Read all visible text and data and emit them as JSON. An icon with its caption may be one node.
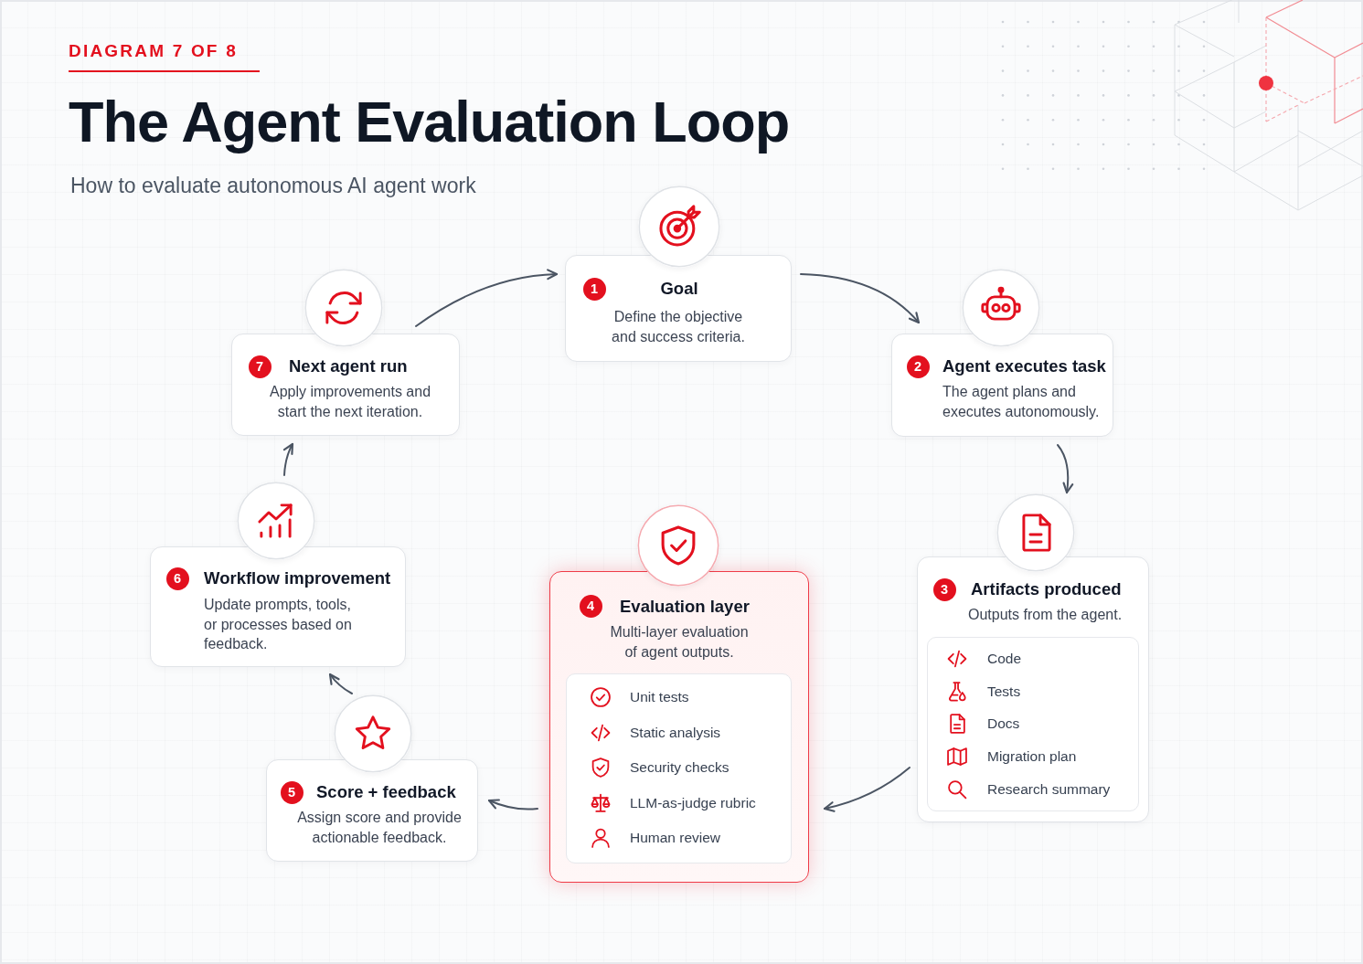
{
  "diagram": {
    "title": "The Agent Evaluation Loop",
    "nodes": [
      {
        "text": [
          "1",
          "Goal",
          "Define the objective and success criteria."
        ]
      },
      {
        "text": [
          "2",
          "Agent executes task",
          "The agent plans and executes autonomously."
        ]
      },
      {
        "text": [
          "3",
          "Artifacts produced",
          "Outputs from the agent."
        ]
      },
      {
        "text": [
          "Code",
          "Tests",
          "Docs",
          "Migration plan",
          "Research summary"
        ],
        "in": 2
      },
      {
        "text": [
          "4",
          "Evaluation layer",
          "Multi-layer evaluation of agent outputs."
        ]
      },
      {
        "text": [
          "Unit tests",
          "Static analysis",
          "Security checks",
          "LLM-as-judge rubric",
          "Human review"
        ],
        "in": 4
      },
      {
        "text": [
          "5",
          "Score + feedback",
          "Assign score and provide actionable feedback."
        ]
      },
      {
        "text": [
          "6",
          "Workflow improvement",
          "Update prompts, tools, or processes based on feedback."
        ]
      },
      {
        "text": [
          "7",
          "Next agent run",
          "Apply improvements and start the next iteration."
        ]
      }
    ],
    "edges": [
      {
        "from": 8,
        "to": 0,
        "arrow": "to"
      },
      {
        "from": 0,
        "to": 1,
        "arrow": "to"
      },
      {
        "from": 1,
        "to": 2,
        "arrow": "to"
      },
      {
        "from": 2,
        "to": 4,
        "arrow": "to"
      },
      {
        "from": 4,
        "to": 6,
        "arrow": "to"
      },
      {
        "from": 6,
        "to": 7,
        "arrow": "to"
      },
      {
        "from": 7,
        "to": 8,
        "arrow": "to"
      }
    ],
    "labels": [
      "DIAGRAM 7 OF 8",
      "How to evaluate autonomous AI agent work"
    ]
  }
}
